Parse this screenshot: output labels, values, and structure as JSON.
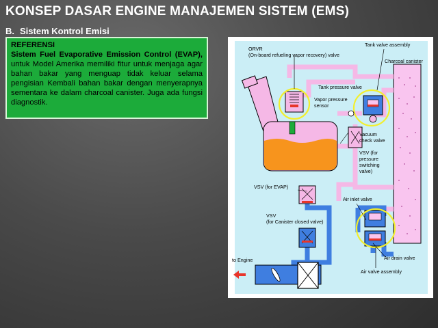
{
  "header": {
    "title": "KONSEP DASAR ENGINE MANAJEMEN SISTEM (EMS)",
    "section_number": "B.",
    "section_title": "Sistem Kontrol Emisi"
  },
  "reference": {
    "heading": "REFERENSI",
    "bold_text": "Sistem Fuel Evaporative Emission Control (EVAP),",
    "body_text": " untuk Model Amerika memiliki fitur untuk menjaga agar bahan bakar yang menguap tidak keluar selama pengisian Kembali bahan bakar dengan menyerapnya sementara ke dalam charcoal canister. Juga ada fungsi diagnostik."
  },
  "diagram": {
    "labels": {
      "orvr": "ORVR",
      "orvr_desc": "(On-board refueling vapor recovery) valve",
      "tank_valve_assembly": "Tank valve assembly",
      "charcoal_canister": "Charcoal canister",
      "tank_pressure_valve": "Tank pressure valve",
      "vapor_pressure_sensor_1": "Vapor pressure",
      "vapor_pressure_sensor_2": "sensor",
      "vacuum_check_valve_1": "Vacuum",
      "vacuum_check_valve_2": "check valve",
      "vsv_pressure_1": "VSV (for",
      "vsv_pressure_2": "pressure",
      "vsv_pressure_3": "switching",
      "vsv_pressure_4": "valve)",
      "vsv_evap": "VSV (for EVAP)",
      "air_inlet_valve": "Air inlet valve",
      "vsv_canister_1": "VSV",
      "vsv_canister_2": "(for Canister closed valve)",
      "to_engine": "to Engine",
      "air_drain_valve": "Air drain valve",
      "air_valve_assembly": "Air valve assembly"
    },
    "colors": {
      "pink_line": "#f5b8e6",
      "blue_line": "#3f7ee0",
      "fuel": "#f7941d",
      "canister": "#f9c5ef",
      "highlight": "#f2ee2e",
      "background": "#cbeef6"
    }
  }
}
